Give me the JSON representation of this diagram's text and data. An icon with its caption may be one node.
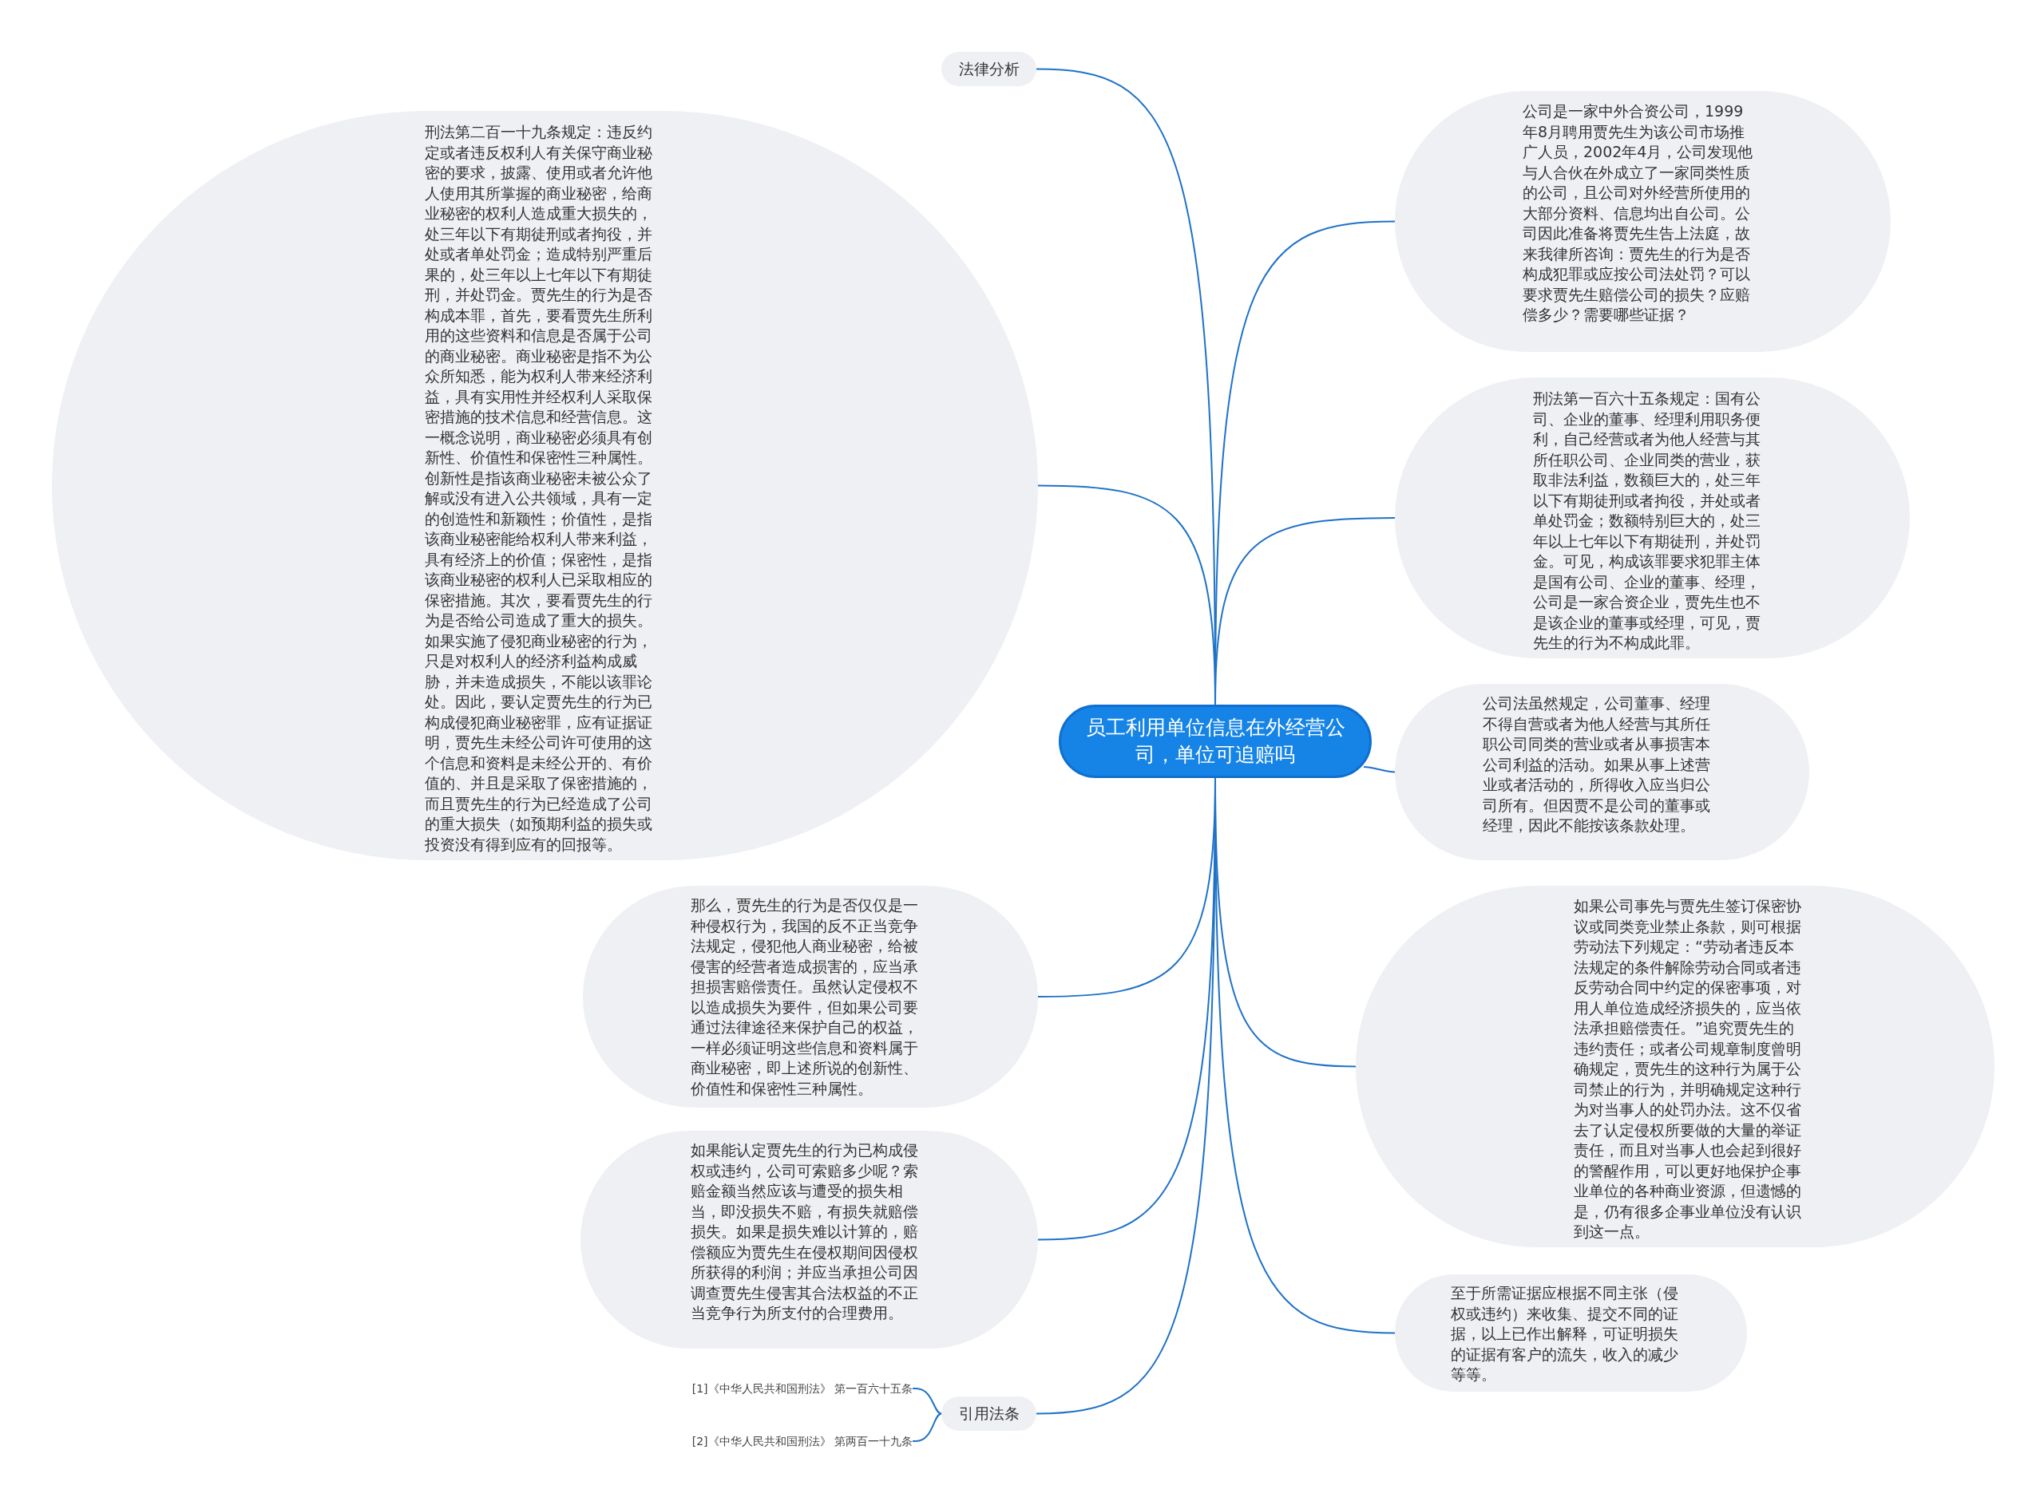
{
  "diagram": {
    "nodes": [
      {
        "text": [
          "员工利用单位信息在外经营公司，单位可追赔吗"
        ]
      },
      {
        "text": [
          "法律分析"
        ]
      },
      {
        "text": [
          "刑法第二百一十九条规定：违反约定或者违反权利人有关保守商业秘密的要求，披露、使用或者允许他人使用其所掌握的商业秘密，给商业秘密的权利人造成重大损失的，处三年以下有期徒刑或者拘役，并处或者单处罚金；造成特别严重后果的，处三年以上七年以下有期徒刑，并处罚金。贾先生的行为是否构成本罪，首先，要看贾先生所利用的这些资料和信息是否属于公司的商业秘密。商业秘密是指不为公众所知悉，能为权利人带来经济利益，具有实用性并经权利人采取保密措施的技术信息和经营信息。这一概念说明，商业秘密必须具有创新性、价值性和保密性三种属性。创新性是指该商业秘密未被公众了解或没有进入公共领域，具有一定的创造性和新颖性；价值性，是指该商业秘密能给权利人带来利益，具有经济上的价值；保密性，是指该商业秘密的权利人已采取相应的保密措施。其次，要看贾先生的行为是否给公司造成了重大的损失。如果实施了侵犯商业秘密的行为，只是对权利人的经济利益构成威胁，并未造成损失，不能以该罪论处。因此，要认定贾先生的行为已构成侵犯商业秘密罪，应有证据证明，贾先生未经公司许可使用的这个信息和资料是未经公开的、有价值的、并且是采取了保密措施的，而且贾先生的行为已经造成了公司的重大损失（如预期利益的损失或投资没有得到应有的回报等。"
        ]
      },
      {
        "text": [
          "公司是一家中外合资公司，1999年8月聘用贾先生为该公司市场推广人员，2002年4月，公司发现他与人合伙在外成立了一家同类性质的公司，且公司对外经营所使用的大部分资料、信息均出自公司。公司因此准备将贾先生告上法庭，故来我律所咨询：贾先生的行为是否构成犯罪或应按公司法处罚？可以要求贾先生赔偿公司的损失？应赔偿多少？需要哪些证据？"
        ]
      },
      {
        "text": [
          "刑法第一百六十五条规定：国有公司、企业的董事、经理利用职务便利，自己经营或者为他人经营与其所任职公司、企业同类的营业，获取非法利益，数额巨大的，处三年以下有期徒刑或者拘役，并处或者单处罚金；数额特别巨大的，处三年以上七年以下有期徒刑，并处罚金。可见，构成该罪要求犯罪主体是国有公司、企业的董事、经理，公司是一家合资企业，贾先生也不是该企业的董事或经理，可见，贾先生的行为不构成此罪。"
        ]
      },
      {
        "text": [
          "公司法虽然规定，公司董事、经理不得自营或者为他人经营与其所任职公司同类的营业或者从事损害本公司利益的活动。如果从事上述营业或者活动的，所得收入应当归公司所有。但因贾不是公司的董事或经理，因此不能按该条款处理。"
        ]
      },
      {
        "text": [
          "如果公司事先与贾先生签订保密协议或同类竞业禁止条款，则可根据劳动法下列规定：“劳动者违反本法规定的条件解除劳动合同或者违反劳动合同中约定的保密事项，对用人单位造成经济损失的，应当依法承担赔偿责任。”追究贾先生的违约责任；或者公司规章制度曾明确规定，贾先生的这种行为属于公司禁止的行为，并明确规定这种行为对当事人的处罚办法。这不仅省去了认定侵权所要做的大量的举证责任，而且对当事人也会起到很好的警醒作用，可以更好地保护企事业单位的各种商业资源，但遗憾的是，仍有很多企事业单位没有认识到这一点。"
        ]
      },
      {
        "text": [
          "至于所需证据应根据不同主张（侵权或违约）来收集、提交不同的证据，以上已作出解释，可证明损失的证据有客户的流失，收入的减少等等。"
        ]
      },
      {
        "text": [
          "那么，贾先生的行为是否仅仅是一种侵权行为，我国的反不正当竞争法规定，侵犯他人商业秘密，给被侵害的经营者造成损害的，应当承担损害赔偿责任。虽然认定侵权不以造成损失为要件，但如果公司要通过法律途径来保护自己的权益，一样必须证明这些信息和资料属于商业秘密，即上述所说的创新性、价值性和保密性三种属性。"
        ]
      },
      {
        "text": [
          "如果能认定贾先生的行为已构成侵权或违约，公司可索赔多少呢？索赔金额当然应该与遭受的损失相当，即没损失不赔，有损失就赔偿损失。如果是损失难以计算的，赔偿额应为贾先生在侵权期间因侵权所获得的利润；并应当承担公司因调查贾先生侵害其合法权益的不正当竞争行为所支付的合理费用。"
        ]
      },
      {
        "text": [
          "引用法条"
        ]
      },
      {
        "text": [
          "[1]《中华人民共和国刑法》 第一百六十五条"
        ]
      },
      {
        "text": [
          "[2]《中华人民共和国刑法》 第两百一十九条"
        ]
      }
    ],
    "edges": [
      {
        "from": 0,
        "to": 1,
        "arrow": "none"
      },
      {
        "from": 0,
        "to": 2,
        "arrow": "none"
      },
      {
        "from": 0,
        "to": 3,
        "arrow": "none"
      },
      {
        "from": 0,
        "to": 4,
        "arrow": "none"
      },
      {
        "from": 0,
        "to": 5,
        "arrow": "none"
      },
      {
        "from": 0,
        "to": 6,
        "arrow": "none"
      },
      {
        "from": 0,
        "to": 7,
        "arrow": "none"
      },
      {
        "from": 0,
        "to": 8,
        "arrow": "none"
      },
      {
        "from": 0,
        "to": 9,
        "arrow": "none"
      },
      {
        "from": 0,
        "to": 10,
        "arrow": "none"
      },
      {
        "from": 10,
        "to": 11,
        "arrow": "none"
      },
      {
        "from": 10,
        "to": 12,
        "arrow": "none"
      }
    ]
  }
}
